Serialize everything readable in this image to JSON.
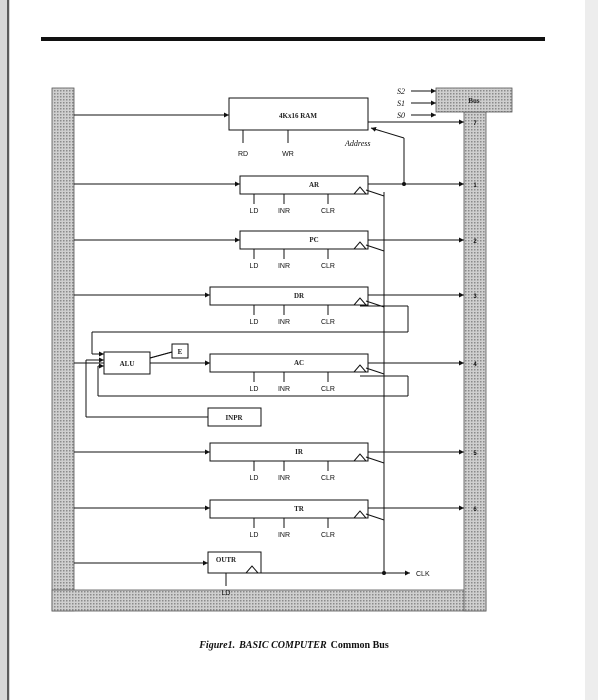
{
  "figure": {
    "caption_prefix": "Figure1.",
    "caption_small": "BASIC COMPUTER",
    "caption_rest": "Common Bus"
  },
  "memory": {
    "label": "4Kx16 RAM",
    "controls": [
      "RD",
      "WR"
    ],
    "address_label": "Address"
  },
  "bus": {
    "label": "Bus",
    "selects": [
      "S2",
      "S1",
      "S0"
    ]
  },
  "registers": [
    {
      "name": "AR",
      "bus_number": "1",
      "controls": [
        "LD",
        "INR",
        "CLR"
      ]
    },
    {
      "name": "PC",
      "bus_number": "2",
      "controls": [
        "LD",
        "INR",
        "CLR"
      ]
    },
    {
      "name": "DR",
      "bus_number": "3",
      "controls": [
        "LD",
        "INR",
        "CLR"
      ]
    },
    {
      "name": "AC",
      "bus_number": "4",
      "controls": [
        "LD",
        "INR",
        "CLR"
      ]
    },
    {
      "name": "IR",
      "bus_number": "5",
      "controls": [
        "LD",
        "INR",
        "CLR"
      ]
    },
    {
      "name": "TR",
      "bus_number": "6",
      "controls": [
        "LD",
        "INR",
        "CLR"
      ]
    }
  ],
  "memory_bus_number": "7",
  "alu": {
    "label": "ALU"
  },
  "e": {
    "label": "E"
  },
  "inpr": {
    "label": "INPR"
  },
  "outr": {
    "label": "OUTR",
    "control": "LD"
  },
  "clock": {
    "label": "CLK"
  }
}
